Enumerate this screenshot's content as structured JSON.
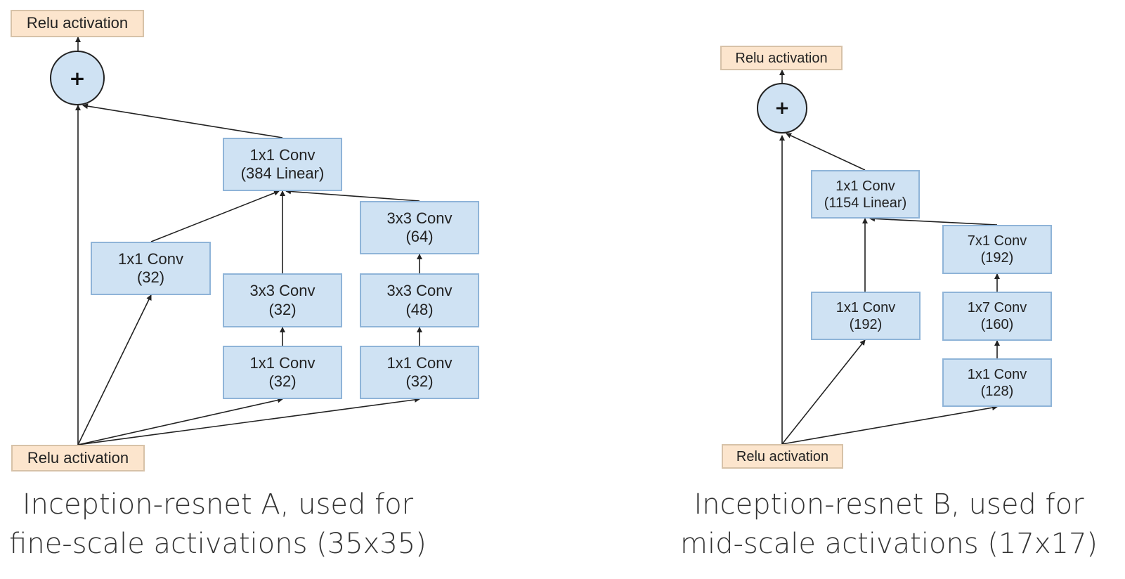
{
  "diagrams": [
    {
      "name": "A",
      "caption": [
        "Inception-resnet A, used for",
        "fine-scale activations (35x35)"
      ],
      "output_label": "Relu activation",
      "add_symbol": "+",
      "input_label": "Relu activation",
      "project": [
        "1x1 Conv",
        "(384 Linear)"
      ],
      "branch1": [
        [
          "1x1 Conv",
          "(32)"
        ]
      ],
      "branch2": [
        [
          "1x1 Conv",
          "(32)"
        ],
        [
          "3x3 Conv",
          "(32)"
        ]
      ],
      "branch3": [
        [
          "1x1 Conv",
          "(32)"
        ],
        [
          "3x3 Conv",
          "(48)"
        ],
        [
          "3x3 Conv",
          "(64)"
        ]
      ]
    },
    {
      "name": "B",
      "caption": [
        "Inception-resnet B, used for",
        "mid-scale activations (17x17)"
      ],
      "output_label": "Relu activation",
      "add_symbol": "+",
      "input_label": "Relu activation",
      "project": [
        "1x1 Conv",
        "(1154 Linear)"
      ],
      "branch1": [
        [
          "1x1 Conv",
          "(192)"
        ]
      ],
      "branch2": [
        [
          "1x1 Conv",
          "(128)"
        ],
        [
          "1x7 Conv",
          "(160)"
        ],
        [
          "7x1 Conv",
          "(192)"
        ]
      ]
    }
  ],
  "colors": {
    "conv_fill": "#cfe2f3",
    "conv_border": "#8fb4d8",
    "relu_fill": "#fce5cd",
    "relu_border": "#d7c2a8",
    "line": "#222222"
  }
}
